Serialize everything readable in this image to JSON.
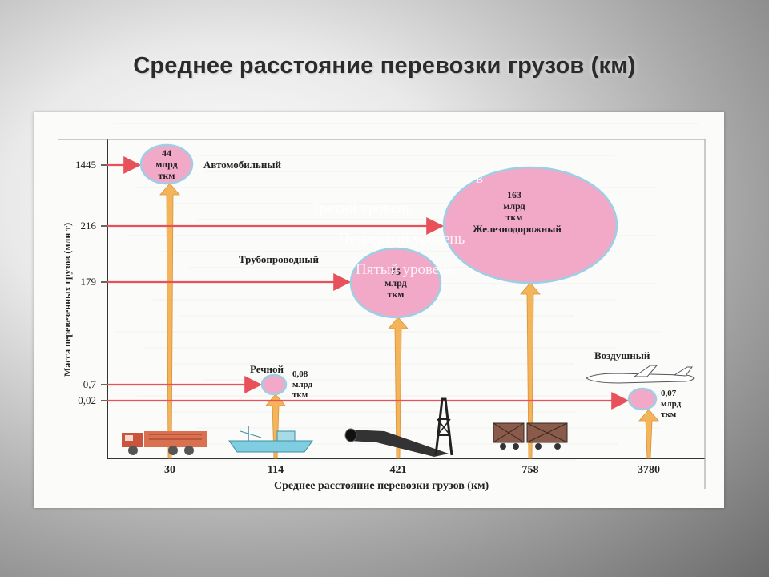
{
  "slide": {
    "title": "Среднее расстояние перевозки грузов (км)"
  },
  "overlay_placeholder_lines": [
    "в",
    "Третий уровень",
    "Четвертый уровень",
    "Пятый уровень"
  ],
  "chart_data": {
    "type": "scatter",
    "title": "",
    "ylabel": "Масса перевезенных грузов (млн т)",
    "xlabel": "Среднее расстояние перевозки грузов (км)",
    "x_ticks": [
      "30",
      "114",
      "421",
      "758",
      "3780"
    ],
    "y_ticks": [
      "1445",
      "216",
      "179",
      "0,7",
      "0,02"
    ],
    "points": [
      {
        "name": "Автомобильный",
        "x": 30,
        "y": 1445,
        "bubble_label": [
          "44",
          "млрд",
          "ткм"
        ],
        "color": "#f2a9c8"
      },
      {
        "name": "Речной",
        "x": 114,
        "y": 0.7,
        "bubble_label": [
          "0,08",
          "млрд",
          "ткм"
        ],
        "color": "#f2a9c8"
      },
      {
        "name": "Трубопроводный",
        "x": 421,
        "y": 179,
        "bubble_label": [
          "75",
          "млрд",
          "ткм"
        ],
        "color": "#f2a9c8"
      },
      {
        "name": "Железнодорожный",
        "x": 758,
        "y": 216,
        "bubble_label": [
          "163",
          "млрд",
          "ткм"
        ],
        "color": "#f2a9c8"
      },
      {
        "name": "Воздушный",
        "x": 3780,
        "y": 0.02,
        "bubble_label": [
          "0,07",
          "млрд",
          "ткм"
        ],
        "color": "#f2a9c8"
      }
    ],
    "colors": {
      "bubble_fill": "#f2a9c8",
      "bubble_stroke": "#9ccfe6",
      "h_arrow": "#e8505b",
      "v_arrow": "#f4b45a"
    },
    "icons": [
      "truck-icon",
      "ship-icon",
      "pipeline-icon",
      "oil-derrick-icon",
      "rail-wagon-icon",
      "airplane-icon"
    ]
  }
}
